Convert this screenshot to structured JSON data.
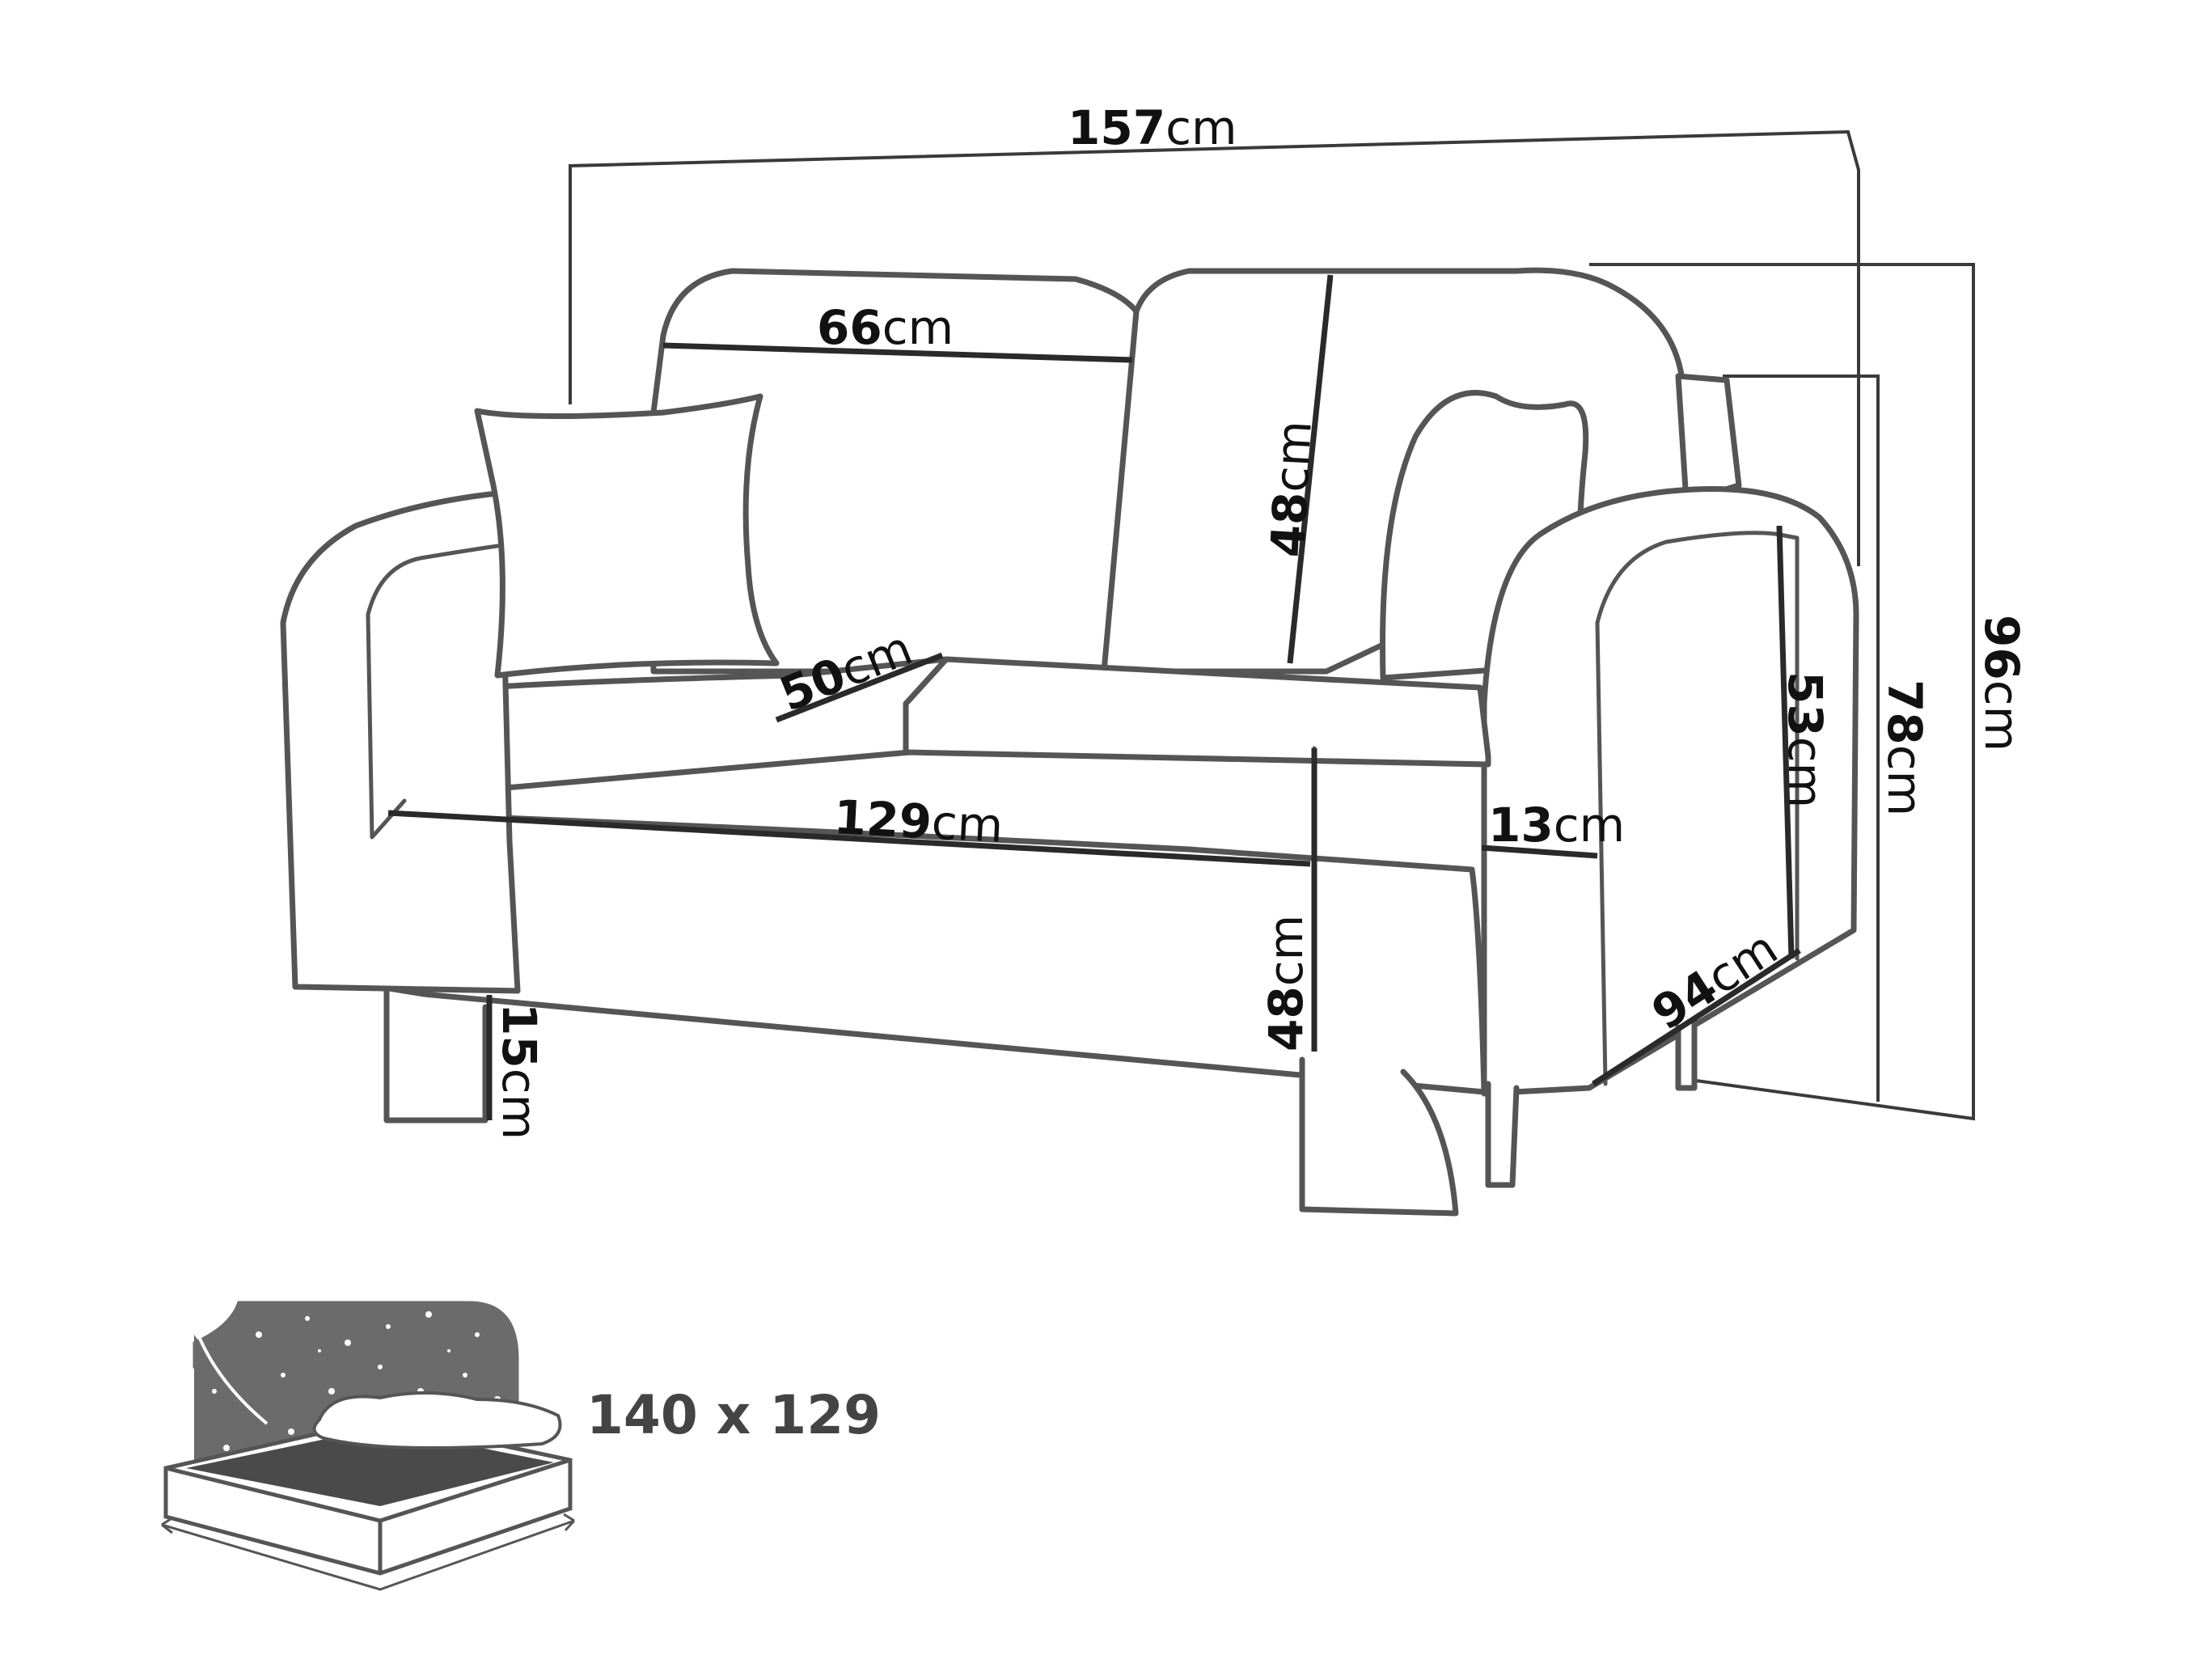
{
  "dimensions": {
    "overall_width": {
      "value": "157",
      "unit": "cm"
    },
    "back_cushion_width": {
      "value": "66",
      "unit": "cm"
    },
    "back_height": {
      "value": "48",
      "unit": "cm"
    },
    "seat_depth": {
      "value": "50",
      "unit": "cm"
    },
    "seat_width": {
      "value": "129",
      "unit": "cm"
    },
    "arm_width": {
      "value": "13",
      "unit": "cm"
    },
    "arm_height": {
      "value": "53",
      "unit": "cm"
    },
    "armrest_height": {
      "value": "78",
      "unit": "cm"
    },
    "overall_height": {
      "value": "96",
      "unit": "cm"
    },
    "overall_depth": {
      "value": "94",
      "unit": "cm"
    },
    "seat_height": {
      "value": "48",
      "unit": "cm"
    },
    "leg_height": {
      "value": "15",
      "unit": "cm"
    }
  },
  "bed": {
    "size_label": "140 x 129"
  },
  "colors": {
    "line": "#555555",
    "dimension_line": "#2a2a2a",
    "night_panel": "#6b6b6b",
    "mattress_top": "#4a4a4a"
  }
}
